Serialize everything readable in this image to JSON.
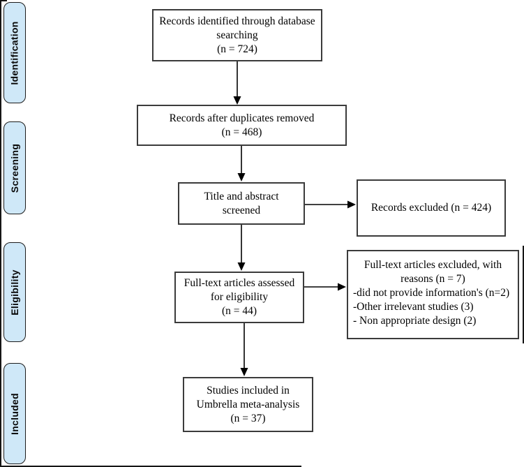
{
  "sidebar": {
    "items": [
      {
        "label": "Identification"
      },
      {
        "label": "Screening"
      },
      {
        "label": "Eligibility"
      },
      {
        "label": "Included"
      }
    ]
  },
  "boxes": {
    "records_identified": {
      "lines": [
        "Records identified through database",
        "searching",
        "(n = 724)"
      ]
    },
    "duplicates_removed": {
      "lines": [
        "Records after duplicates removed",
        "(n = 468)"
      ]
    },
    "title_abstract": {
      "lines": [
        "Title and abstract",
        "screened"
      ]
    },
    "records_excluded": {
      "lines": [
        "Records excluded (n = 424)"
      ]
    },
    "fulltext_assessed": {
      "lines": [
        "Full-text articles assessed",
        "for eligibility",
        "(n = 44)"
      ]
    },
    "fulltext_excluded": {
      "centered_lines": [
        "Full-text articles excluded, with",
        "reasons (n = 7)"
      ],
      "reason_lines": [
        "-did not provide information's (n=2)",
        "-Other irrelevant studies (3)",
        "- Non appropriate design (2)"
      ]
    },
    "studies_included": {
      "lines": [
        "Studies included in",
        "Umbrella meta-analysis",
        "(n = 37)"
      ]
    }
  },
  "colors": {
    "stage_fill": "#cfe8f8",
    "stage_border": "#1c1c1c",
    "box_border": "#3b3b3b",
    "arrow": "#000000"
  }
}
